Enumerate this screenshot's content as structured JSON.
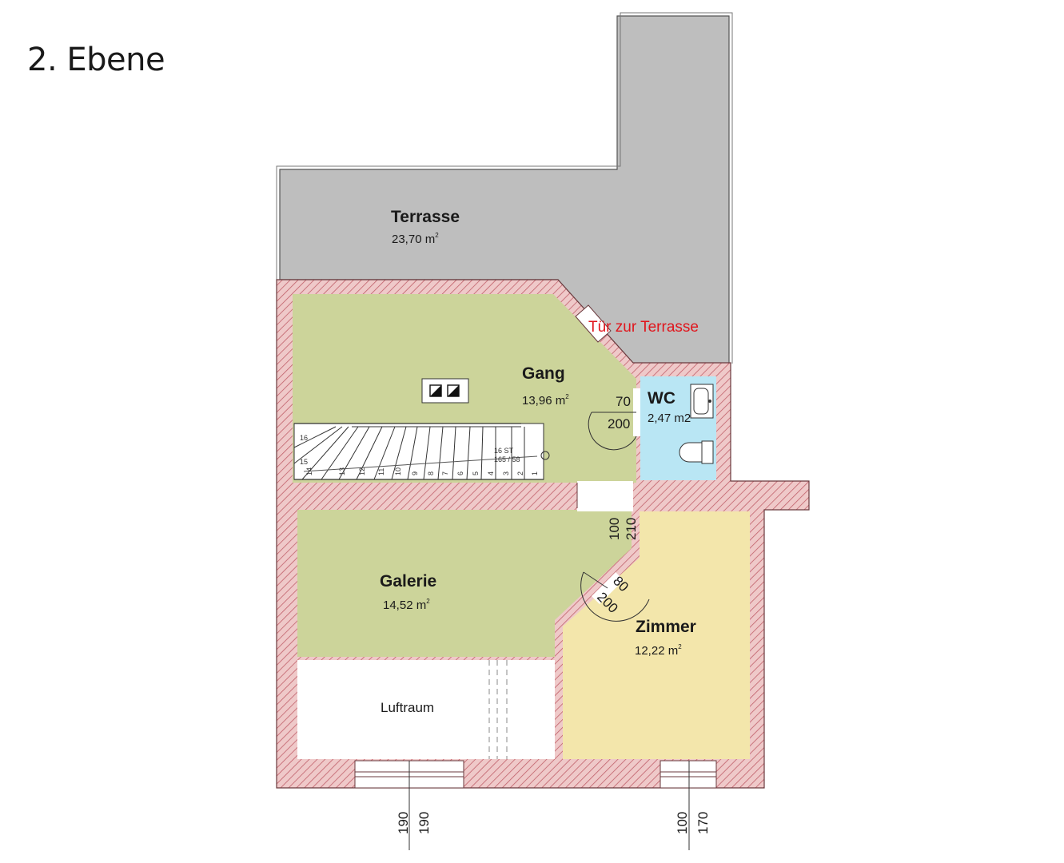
{
  "title": "2. Ebene",
  "rooms": {
    "terrasse": {
      "name": "Terrasse",
      "area": "23,70 m",
      "sup": "2"
    },
    "gang": {
      "name": "Gang",
      "area": "13,96 m",
      "sup": "2"
    },
    "wc": {
      "name": "WC",
      "area": "2,47 m2"
    },
    "galerie": {
      "name": "Galerie",
      "area": "14,52 m",
      "sup": "2"
    },
    "zimmer": {
      "name": "Zimmer",
      "area": "12,22 m",
      "sup": "2"
    },
    "luftraum": {
      "name": "Luftraum"
    }
  },
  "annotations": {
    "door_to_terrace": "Tür zur Terrasse"
  },
  "dimensions": {
    "wc_door_width": "70",
    "wc_door_height": "200",
    "gang_opening_width": "100",
    "gang_opening_height": "210",
    "zimmer_door_width": "80",
    "zimmer_door_height": "200",
    "window_left_a": "190",
    "window_left_b": "190",
    "window_right_a": "100",
    "window_right_b": "170"
  },
  "stairs": {
    "label_line1": "16 ST",
    "label_line2": "165 / 58",
    "steps": [
      "16",
      "15",
      "14",
      "13",
      "12",
      "11",
      "10",
      "9",
      "8",
      "7",
      "6",
      "5",
      "4",
      "3",
      "2",
      "1"
    ]
  },
  "colors": {
    "wall": "#efc9c9",
    "wall_hatch": "#c0606a",
    "terrace": "#bebebe",
    "gang_galerie": "#ccd49a",
    "wc": "#b9e6f4",
    "zimmer": "#f3e6ab",
    "annotation": "#e0161d"
  }
}
